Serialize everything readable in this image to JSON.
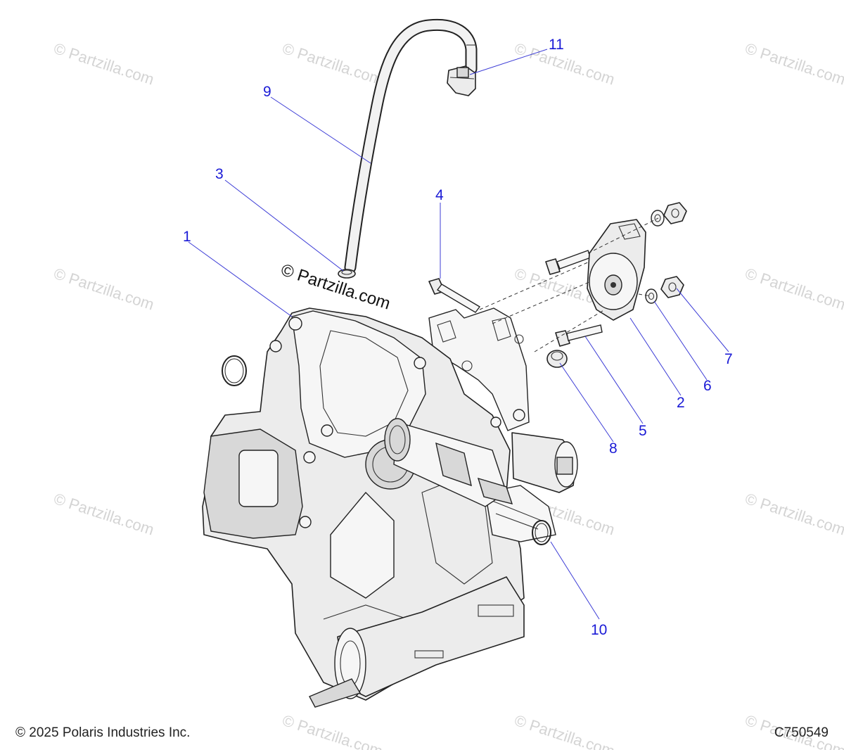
{
  "diagram": {
    "callouts": [
      "1",
      "2",
      "3",
      "4",
      "5",
      "6",
      "7",
      "8",
      "9",
      "10",
      "11"
    ],
    "center_stamp": "© Partzilla.com",
    "watermark_text": "© Partzilla.com",
    "copyright": "© 2025 Polaris Industries Inc.",
    "drawing_code": "C750549"
  },
  "colors": {
    "callout": "#1a1ad6",
    "leader": "#3b3bd6",
    "watermark": "#d4d4d4",
    "part_fill": "#ececec",
    "outline": "#222222"
  }
}
